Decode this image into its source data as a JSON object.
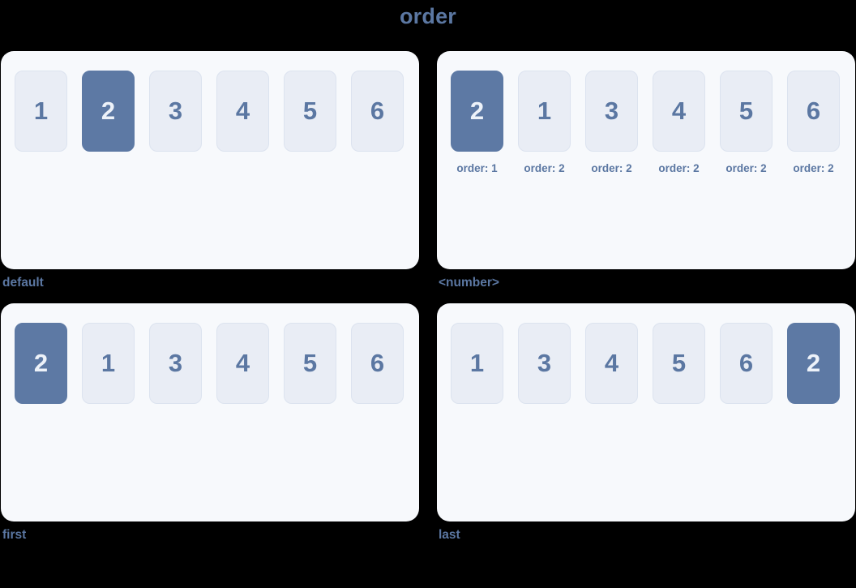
{
  "title": "order",
  "colors": {
    "background": "#000000",
    "panel_bg": "#f7f9fc",
    "box_bg": "#e9edf5",
    "box_border": "#dce3ef",
    "accent": "#5d79a4",
    "text": "#5b77a2",
    "text_on_accent": "#edf2f9"
  },
  "panels": [
    {
      "caption": "default",
      "boxes": [
        {
          "label": "1",
          "highlighted": false
        },
        {
          "label": "2",
          "highlighted": true
        },
        {
          "label": "3",
          "highlighted": false
        },
        {
          "label": "4",
          "highlighted": false
        },
        {
          "label": "5",
          "highlighted": false
        },
        {
          "label": "6",
          "highlighted": false
        }
      ]
    },
    {
      "caption": "<number>",
      "boxes": [
        {
          "label": "2",
          "highlighted": true,
          "order_label": "order: 1"
        },
        {
          "label": "1",
          "highlighted": false,
          "order_label": "order: 2"
        },
        {
          "label": "3",
          "highlighted": false,
          "order_label": "order: 2"
        },
        {
          "label": "4",
          "highlighted": false,
          "order_label": "order: 2"
        },
        {
          "label": "5",
          "highlighted": false,
          "order_label": "order: 2"
        },
        {
          "label": "6",
          "highlighted": false,
          "order_label": "order: 2"
        }
      ]
    },
    {
      "caption": "first",
      "boxes": [
        {
          "label": "2",
          "highlighted": true
        },
        {
          "label": "1",
          "highlighted": false
        },
        {
          "label": "3",
          "highlighted": false
        },
        {
          "label": "4",
          "highlighted": false
        },
        {
          "label": "5",
          "highlighted": false
        },
        {
          "label": "6",
          "highlighted": false
        }
      ]
    },
    {
      "caption": "last",
      "boxes": [
        {
          "label": "1",
          "highlighted": false
        },
        {
          "label": "3",
          "highlighted": false
        },
        {
          "label": "4",
          "highlighted": false
        },
        {
          "label": "5",
          "highlighted": false
        },
        {
          "label": "6",
          "highlighted": false
        },
        {
          "label": "2",
          "highlighted": true
        }
      ]
    }
  ]
}
